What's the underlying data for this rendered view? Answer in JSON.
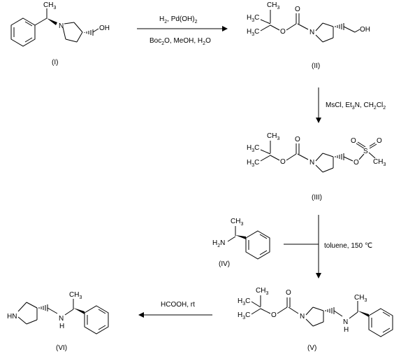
{
  "conditions": {
    "step1_line1": [
      "H",
      "2",
      ", Pd(OH)",
      "2"
    ],
    "step1_line2": [
      "Boc",
      "2",
      "O, MeOH, H",
      "2",
      "O"
    ],
    "step2": [
      "MsCl, Et",
      "3",
      "N, CH",
      "2",
      "Cl",
      "2"
    ],
    "step3": "toluene, 150 ℃",
    "step4": "HCOOH, rt"
  },
  "compounds": {
    "I": "(I)",
    "II": "(II)",
    "III": "(III)",
    "IV": "(IV)",
    "V": "(V)",
    "VI": "(VI)"
  },
  "atoms": {
    "ch3": [
      "CH",
      "3"
    ],
    "h3c": [
      "H",
      "3",
      "C"
    ],
    "n": "N",
    "o": "O",
    "oh": "OH",
    "s": "S",
    "h": "H",
    "hn": "HN",
    "h2n": [
      "H",
      "2",
      "N"
    ]
  }
}
